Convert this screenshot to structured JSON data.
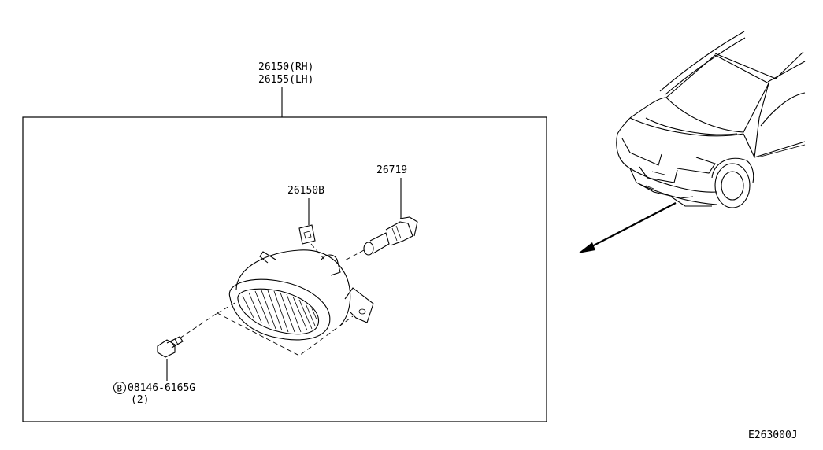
{
  "labels": {
    "assembly_rh": "26150(RH)",
    "assembly_lh": "26155(LH)",
    "bracket": "26150B",
    "bulb": "26719",
    "bolt_prefix": "B",
    "bolt_part": "08146-6165G",
    "bolt_qty": "(2)",
    "diagram_code": "E263000J"
  },
  "icons": [
    "fog-lamp-assembly-drawing",
    "bulb-drawing",
    "bracket-clip-drawing",
    "bolt-drawing",
    "vehicle-front-view-drawing",
    "location-arrow"
  ]
}
